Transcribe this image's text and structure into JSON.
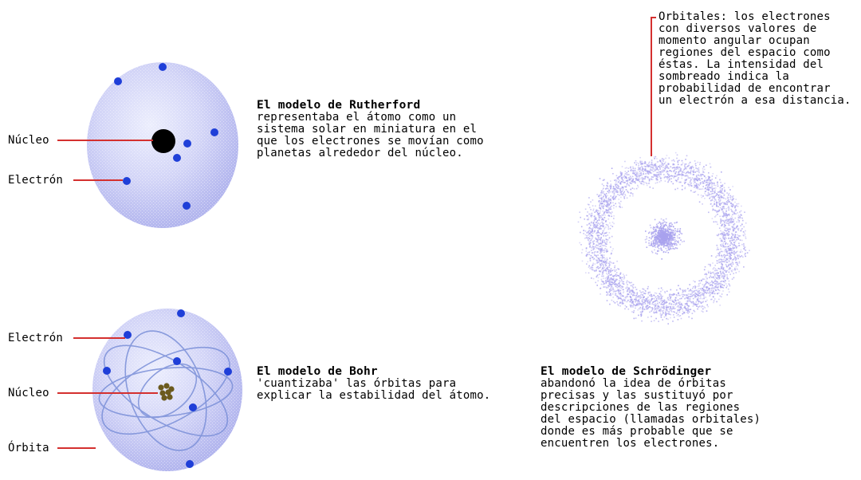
{
  "rutherford": {
    "label_nucleus": "Núcleo",
    "label_electron": "Electrón",
    "title": "El modelo de Rutherford",
    "lines": [
      "representaba el átomo como un",
      "sistema solar en miniatura en el",
      "que los electrones se movían como",
      "planetas alrededor del núcleo."
    ]
  },
  "bohr": {
    "label_electron": "Electrón",
    "label_nucleus": "Núcleo",
    "label_orbit": "Órbita",
    "title": "El modelo de Bohr",
    "lines": [
      "'cuantizaba' las órbitas para",
      "explicar la estabilidad del átomo."
    ]
  },
  "schrodinger": {
    "orbitals_lines": [
      "Orbitales: los electrones",
      "con diversos valores de",
      "momento angular ocupan",
      "regiones del espacio como",
      "éstas. La intensidad del",
      "sombreado indica la",
      "probabilidad de encontrar",
      "un electrón a esa distancia."
    ],
    "title": "El modelo de Schrödinger",
    "lines": [
      "abandonó la idea de órbitas",
      "precisas y las sustituyó por",
      "descripciones de las regiones",
      "del espacio (llamadas orbitales)",
      "donde es más probable que se",
      "encuentren los electrones."
    ]
  },
  "colors": {
    "sphere": "#c9cbf4",
    "sphere_edge": "#a9acec",
    "electron": "#1f3fd8",
    "nucleus": "#000000",
    "pointer": "#d4302f",
    "orbit": "#7a8fd8",
    "bohr_nucleus": "#6b5a1e",
    "cloud": "#a9a2ee"
  }
}
